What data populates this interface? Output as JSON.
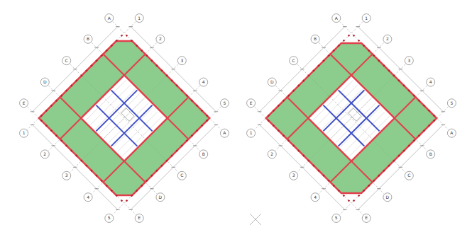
{
  "diagram": {
    "labels": [
      "1",
      "2",
      "3",
      "4",
      "5",
      "A",
      "B",
      "C",
      "D",
      "E",
      "1",
      "2",
      "3",
      "4",
      "5",
      "A",
      "B",
      "C",
      "D",
      "E",
      "1",
      "2",
      "3",
      "4",
      "5",
      "A",
      "B",
      "C",
      "D",
      "E",
      "1",
      "2",
      "3",
      "4",
      "5",
      "A",
      "B",
      "C",
      "D",
      "E"
    ]
  }
}
